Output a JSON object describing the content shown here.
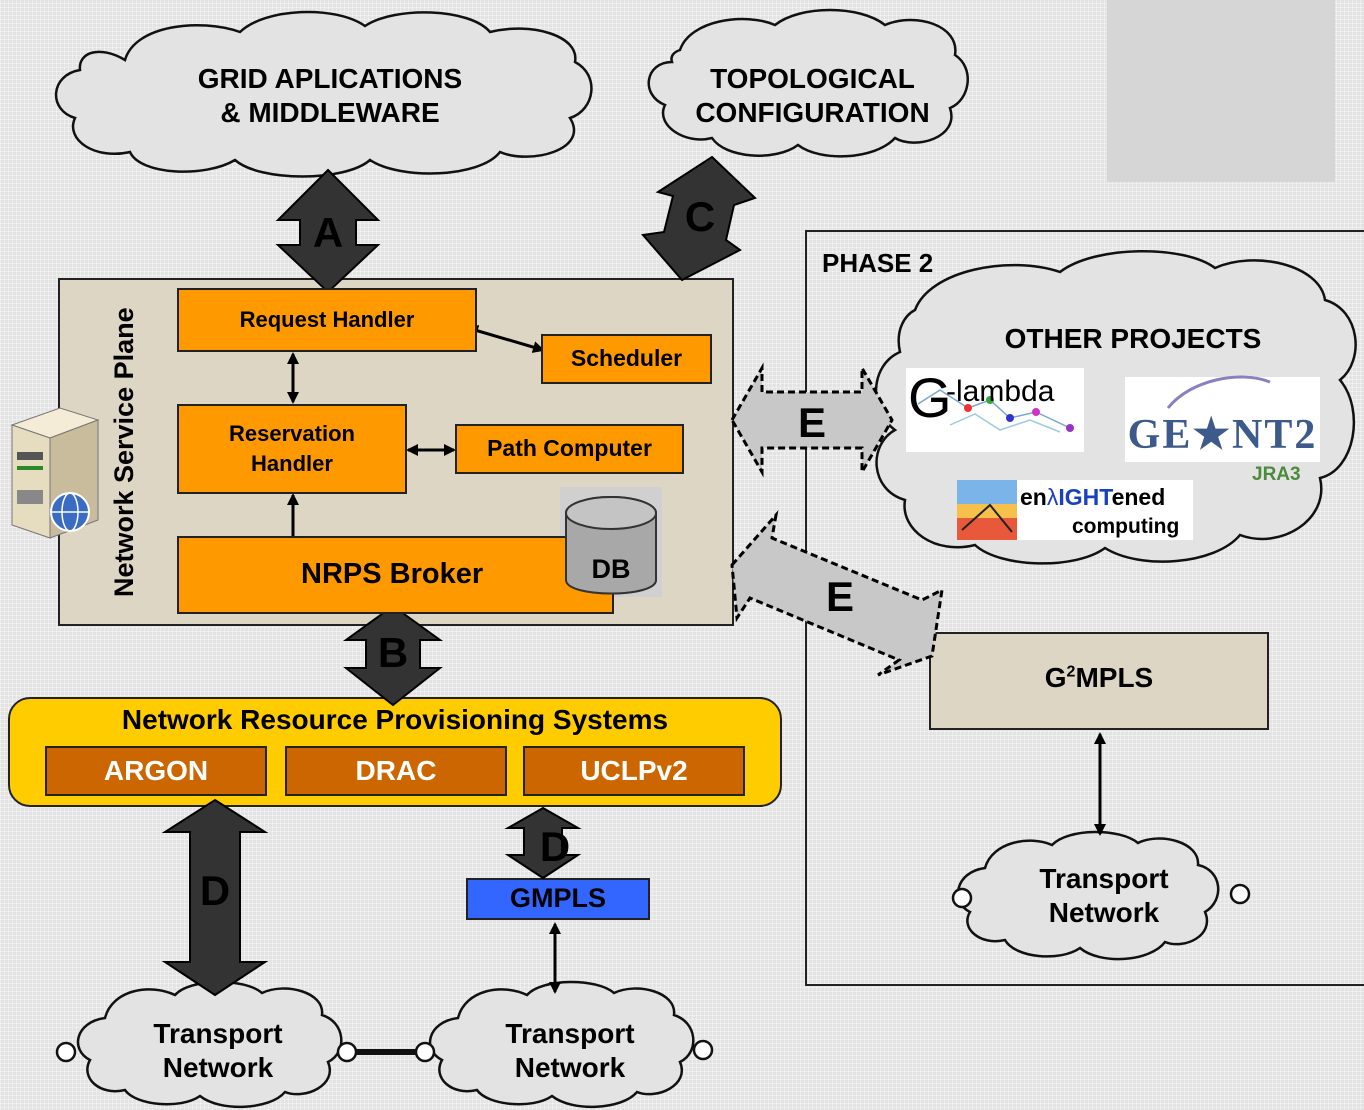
{
  "clouds": {
    "grid": [
      "GRID APLICATIONS",
      "& MIDDLEWARE"
    ],
    "topo": [
      "TOPOLOGICAL",
      "CONFIGURATION"
    ],
    "other_projects": "OTHER PROJECTS",
    "transport": [
      "Transport",
      "Network"
    ]
  },
  "arrows": {
    "a": "A",
    "b": "B",
    "c": "C",
    "d": "D",
    "e": "E"
  },
  "nsp": {
    "label": "Network Service Plane",
    "request_handler": "Request Handler",
    "scheduler": "Scheduler",
    "reservation_handler": [
      "Reservation",
      "Handler"
    ],
    "path_computer": "Path Computer",
    "nrps_broker": "NRPS Broker",
    "db": "DB"
  },
  "nrps": {
    "title": "Network Resource Provisioning Systems",
    "items": [
      "ARGON",
      "DRAC",
      "UCLPv2"
    ]
  },
  "gmpls": "GMPLS",
  "phase2": {
    "title": "PHASE 2",
    "g2mpls_prefix": "G",
    "g2mpls_sup": "2",
    "g2mpls_suffix": "MPLS"
  },
  "logos": {
    "glambda_g": "G",
    "glambda_text": "-lambda",
    "geant": "GE★NT2",
    "jra3": "JRA3",
    "enlightened_prefix": "en",
    "enlightened_lambda": "λ",
    "enlightened_mid": "IGHT",
    "enlightened_suffix": "ened",
    "computing": "computing"
  },
  "colors": {
    "orange": "#ff9900",
    "dark_orange": "#cc6600",
    "nrps_yellow": "#ffcc00",
    "tan": "#ddd6c4",
    "gmpls_blue": "#3366ff",
    "arrow_dark": "#333333",
    "geant_blue": "#3c5a8a",
    "jra3_green": "#4c8a3c"
  }
}
